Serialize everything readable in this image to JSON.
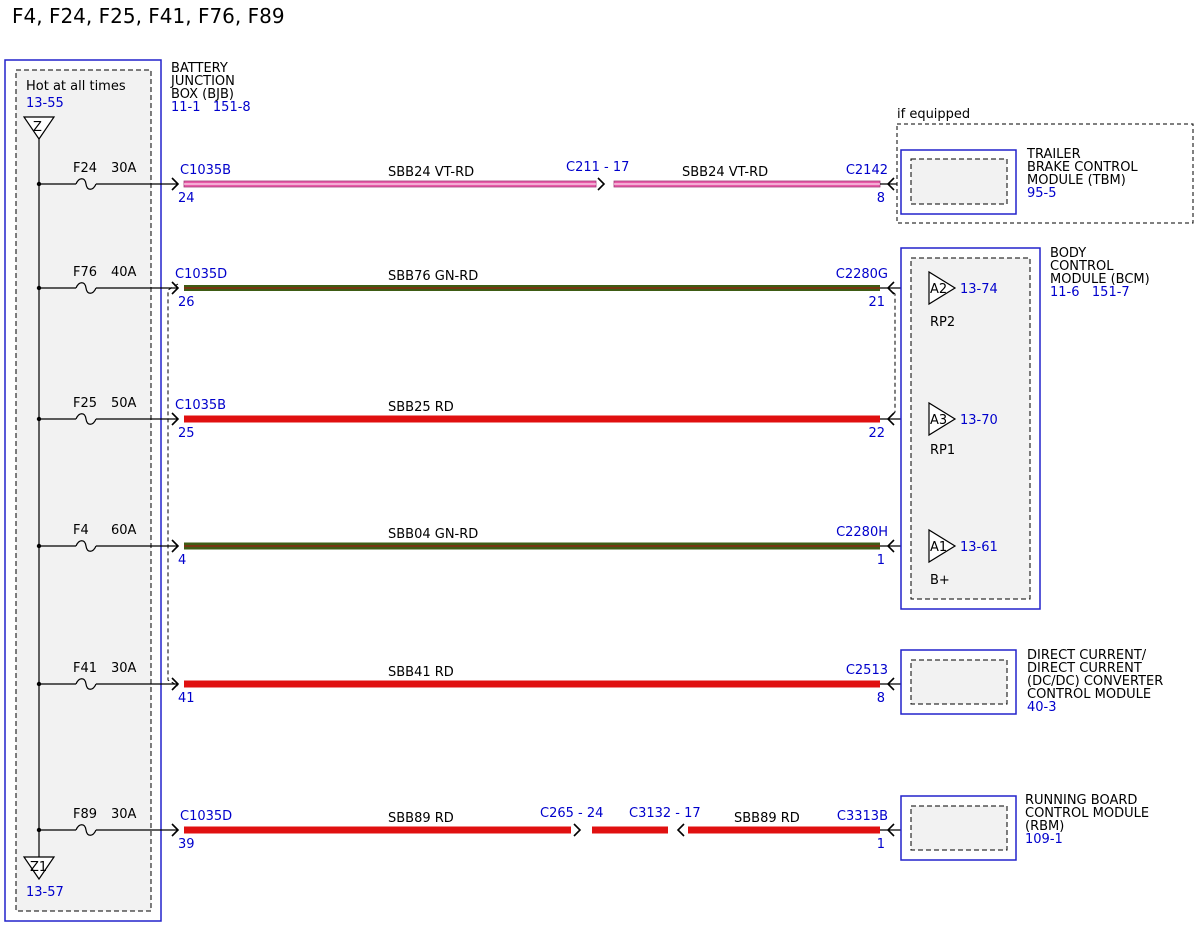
{
  "title": "F4, F24, F25, F41, F76, F89",
  "colors": {
    "VT-RD": "#e85aa8",
    "GN-RD": "#3e5c14",
    "RD": "#e01010",
    "box_border": "#2222cc",
    "ref_text": "#0000cc"
  },
  "bjb": {
    "name_lines": [
      "BATTERY",
      "JUNCTION",
      "BOX (BJB)"
    ],
    "refs": "11-1   151-8",
    "hot_label": "Hot at all times",
    "hot_ref": "13-55",
    "top_symbol": "Z",
    "bottom_symbol": "Z1",
    "bottom_ref": "13-57"
  },
  "fuses": [
    {
      "name": "F24",
      "amps": "30A"
    },
    {
      "name": "F76",
      "amps": "40A"
    },
    {
      "name": "F25",
      "amps": "50A"
    },
    {
      "name": "F4",
      "amps": "60A"
    },
    {
      "name": "F41",
      "amps": "30A"
    },
    {
      "name": "F89",
      "amps": "30A"
    }
  ],
  "circuits": [
    {
      "src_connector": "C1035B",
      "src_pin": "24",
      "segments": [
        {
          "label": "SBB24",
          "color_code": "VT-RD"
        },
        {
          "label": "SBB24",
          "color_code": "VT-RD"
        }
      ],
      "inline": [
        {
          "text": "C211",
          "pin": "17"
        }
      ],
      "dst_connector": "C2142",
      "dst_pin": "8"
    },
    {
      "src_connector": "C1035D",
      "src_pin": "26",
      "segments": [
        {
          "label": "SBB76",
          "color_code": "GN-RD"
        }
      ],
      "inline": [],
      "dst_connector": "C2280G",
      "dst_pin": "21"
    },
    {
      "src_connector": "C1035B",
      "src_pin": "25",
      "segments": [
        {
          "label": "SBB25",
          "color_code": "RD"
        }
      ],
      "inline": [],
      "dst_connector": "",
      "dst_pin": "22"
    },
    {
      "src_connector": "",
      "src_pin": "4",
      "segments": [
        {
          "label": "SBB04",
          "color_code": "GN-RD"
        }
      ],
      "inline": [],
      "dst_connector": "C2280H",
      "dst_pin": "1"
    },
    {
      "src_connector": "",
      "src_pin": "41",
      "segments": [
        {
          "label": "SBB41",
          "color_code": "RD"
        }
      ],
      "inline": [],
      "dst_connector": "C2513",
      "dst_pin": "8"
    },
    {
      "src_connector": "C1035D",
      "src_pin": "39",
      "segments": [
        {
          "label": "SBB89",
          "color_code": "RD"
        },
        {
          "label": "",
          "color_code": "RD"
        },
        {
          "label": "SBB89",
          "color_code": "RD"
        }
      ],
      "inline": [
        {
          "text": "C265",
          "pin": "24"
        },
        {
          "text": "C3132",
          "pin": "17"
        }
      ],
      "dst_connector": "C3313B",
      "dst_pin": "1"
    }
  ],
  "modules": {
    "tbm": {
      "qualifier": "if equipped",
      "name_lines": [
        "TRAILER",
        "BRAKE CONTROL",
        "MODULE (TBM)"
      ],
      "refs": "95-5"
    },
    "bcm": {
      "name_lines": [
        "BODY",
        "CONTROL",
        "MODULE (BCM)"
      ],
      "refs": "11-6   151-7",
      "pins": [
        {
          "id": "A2",
          "ref": "13-74",
          "sub": "RP2"
        },
        {
          "id": "A3",
          "ref": "13-70",
          "sub": "RP1"
        },
        {
          "id": "A1",
          "ref": "13-61",
          "sub": "B+"
        }
      ]
    },
    "dcdc": {
      "name_lines": [
        "DIRECT CURRENT/",
        "DIRECT CURRENT",
        "(DC/DC) CONVERTER",
        "CONTROL MODULE"
      ],
      "refs": "40-3"
    },
    "rbm": {
      "name_lines": [
        "RUNNING BOARD",
        "CONTROL MODULE",
        "(RBM)"
      ],
      "refs": "109-1"
    }
  }
}
